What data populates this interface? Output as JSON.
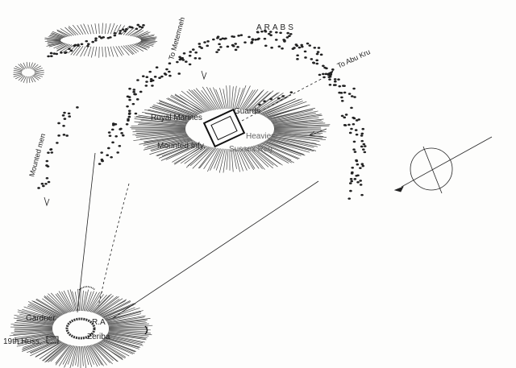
{
  "labels": {
    "arabs": "ARABS",
    "to_metemneh": "To Metemneh",
    "to_abu_kru": "To Abu Kru",
    "mounted_men": "Mounted men",
    "royal_marines": "Royal Marines",
    "guards": "Guards",
    "heavies": "Heavies",
    "mounted_infy": "Mounted Infy.",
    "sussex_reg": "Sussex Reg.",
    "gardner": "Gardner",
    "ra": "R.A",
    "zeriba": "Zeriba",
    "hussars": "19th Huss."
  },
  "colors": {
    "ink": "#222222",
    "paper": "#fdfdfc"
  }
}
